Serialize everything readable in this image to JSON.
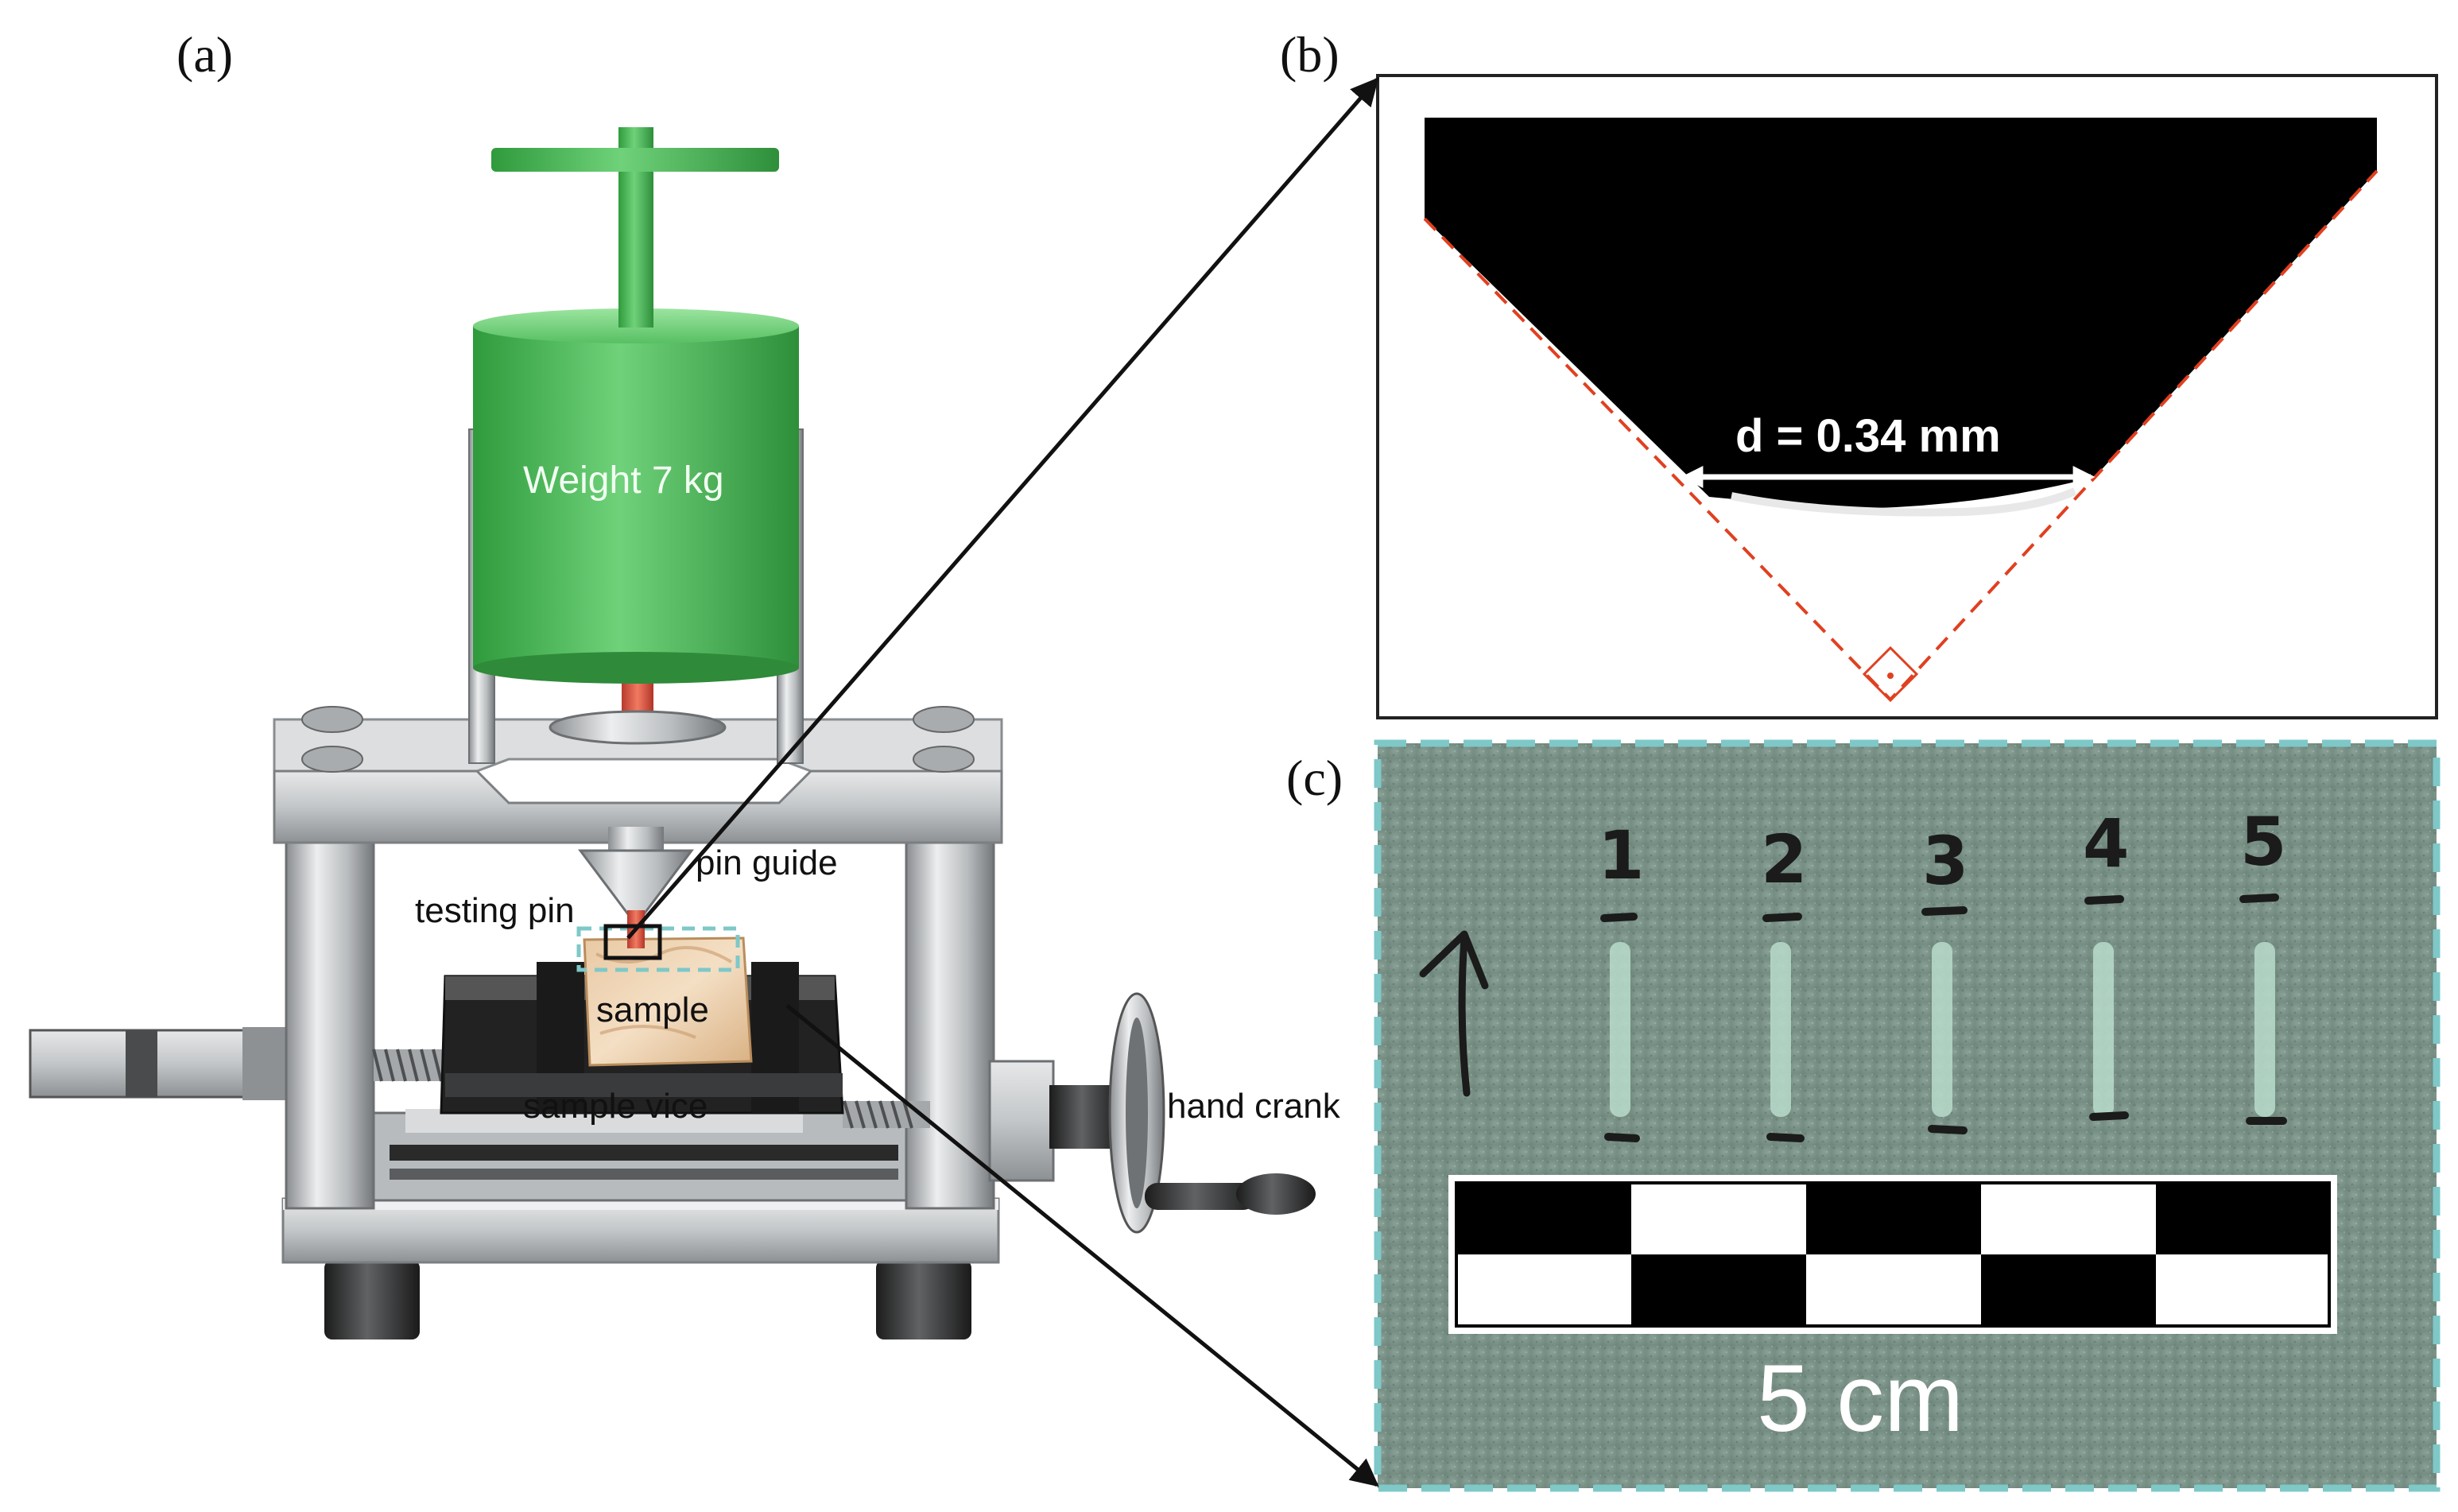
{
  "panels": {
    "a": "(a)",
    "b": "(b)",
    "c": "(c)"
  },
  "apparatus": {
    "weight_label": "Weight 7 kg",
    "pin_guide": "pin guide",
    "testing_pin": "testing pin",
    "sample": "sample",
    "sample_vice": "sample vice",
    "hand_crank": "hand crank"
  },
  "profile": {
    "measurement": "d = 0.34 mm"
  },
  "photo": {
    "marks": [
      "1",
      "2",
      "3",
      "4",
      "5"
    ],
    "scale_label": "5 cm"
  },
  "colors": {
    "weight_green": "#4cc05a",
    "pin_red": "#e05040",
    "frame_gray": "#c8cacb",
    "photo_border": "#7ec8c8",
    "dashed_red": "#e04020",
    "photo_bg": "#7a9288"
  }
}
